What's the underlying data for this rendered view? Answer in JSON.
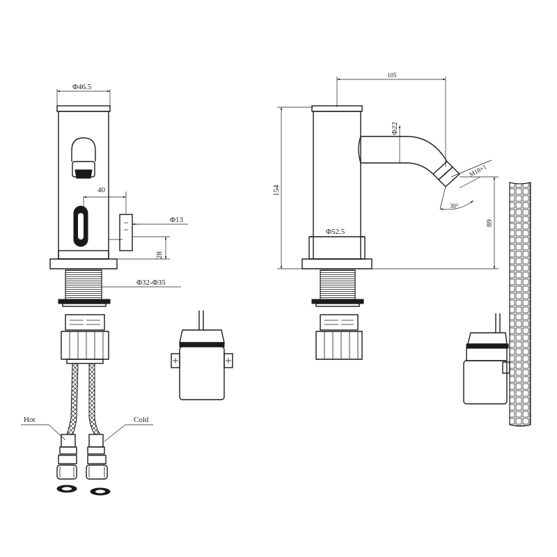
{
  "front_view": {
    "dim_diameter_top": "Φ46.5",
    "dim_sensor_offset": "40",
    "dim_knob_diameter": "Φ13",
    "dim_knob_height": "28",
    "dim_thread": "Φ32-Φ35",
    "hose_hot_label": "Hot",
    "hose_cold_label": "Cold"
  },
  "side_view": {
    "dim_reach": "105",
    "dim_height": "154",
    "dim_spout_diameter": "Φ22",
    "dim_outlet_thread": "M18×1",
    "dim_angle": "30°",
    "dim_base_diameter": "Φ52.5",
    "dim_spout_height": "89"
  }
}
